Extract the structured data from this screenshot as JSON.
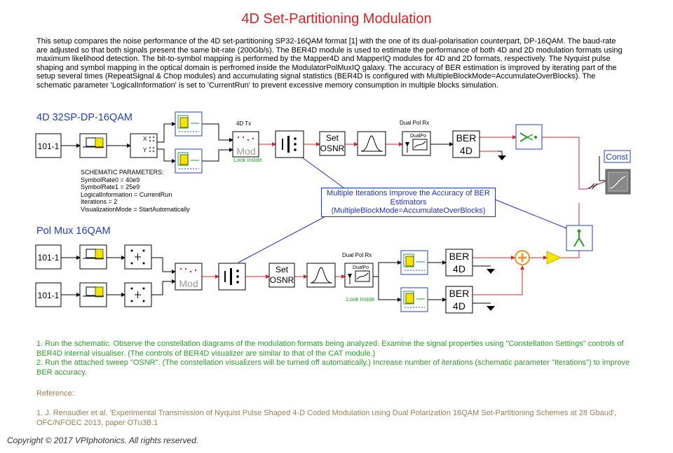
{
  "title": "4D Set-Partitioning Modulation",
  "description": "This setup compares the noise performance of the 4D set-partitioning SP32-16QAM format [1] with the one of its dual-polarisation counterpart, DP-16QAM. The baud-rate are adjusted so that both signals present the same bit-rate (200Gb/s). The BER4D module is used to estimate the performance of both 4D and 2D modulation formats using maximum likelihood detection. The bit-to-symbol mapping is performed by the Mapper4D and MapperIQ modules for 4D and 2D formats, respectively. The Nyquist pulse shaping and symbol mapping in the optical domain is perfromed inside the ModulatorPolMuxIQ galaxy. The accuracy of BER estimation is improved by iterating part of the setup several times (RepeatSignal & Chop modules) and accumulating signal statistics (BER4D is configured with MultipleBlockMode=AccumulateOverBlocks). The schematic parameter 'LogicalInformation' is set to 'CurrentRun' to prevent excessive memory consumption in multiple blocks simulation.",
  "sections": {
    "top": "4D 32SP-DP-16QAM",
    "bottom": "Pol Mux 16QAM"
  },
  "schematic_params": "SCHEMATIC PARAMETERS:\nSymbolRate0 = 40e9\nSymbolRate1 = 25e9\nLogicalInformation = CurrentRun\nIterations = 2\nVisualizationMode = StartAutomatically",
  "labels": {
    "tx4d": "4D Tx",
    "look_inside": "Look inside",
    "dual_pol_rx": "Dual Pol Rx",
    "dualpo": "DualPo",
    "set": "Set",
    "osnr": "OSNR",
    "ber": "BER",
    "fourd": "4D",
    "const": "Const",
    "mod": "Mod",
    "prbs": "101-1",
    "x": "X",
    "y": "Y"
  },
  "callout": "Multiple Iterations Improve the Accuracy of BER Estimators (MultipleBlockMode=AccumulateOverBlocks)",
  "instructions": [
    "1. Run the schematic. Observe the constellation diagrams of the modulation formats being analyzed. Examine the signal properties using \"Constellation Settings\" controls of BER4D internal visualiser. (The controls of BER4D visualizer are similar to that of the CAT module.)",
    "2. Run the attached sweep \"OSNR\". (The constellation visualizers will be turned off automatically.) Increase number of iterations (schematic parameter \"Iterations\") to improve BER accuracy."
  ],
  "reference_heading": "Reference:",
  "reference": "1. J. Renaudier et al. 'Experimental Transmission of Nyquist Pulse Shaped 4-D Coded Modulation using Dual Polarization 16QAM Set-Partitioning Schemes at 28 Gbaud', OFC/NFOEC 2013, paper OTu3B.1",
  "copyright": "Copyright © 2017 VPIphotonics. All rights reserved.",
  "colors": {
    "title": "#e02020",
    "section": "#1f3fbf",
    "callout": "#2030c0",
    "instructions": "#2a9d2a",
    "reference": "#9a7e55",
    "electrical_wire": "#000000",
    "optical_wire": "#cc2a2a",
    "boost_triangle": "#f2e600"
  }
}
